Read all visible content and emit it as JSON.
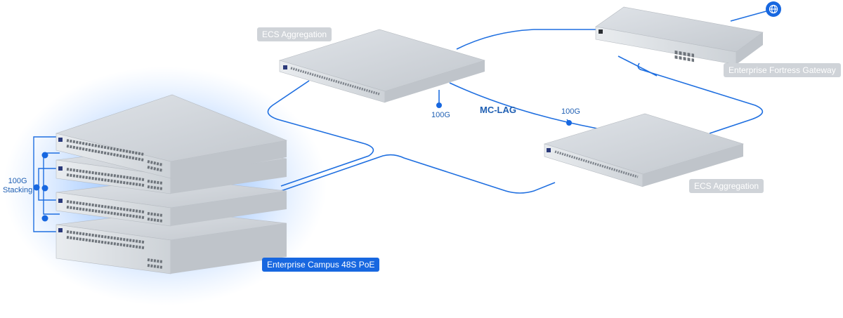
{
  "labels": {
    "ecs_aggregation_top": "ECS Aggregation",
    "ecs_aggregation_right": "ECS Aggregation",
    "gateway": "Enterprise Fortress Gateway",
    "campus": "Enterprise Campus 48S PoE"
  },
  "links": {
    "mc_lag": "MC-LAG",
    "speed_left": "100G",
    "speed_right": "100G",
    "stacking_line1": "100G",
    "stacking_line2": "Stacking"
  },
  "colors": {
    "link": "#1f6fe0",
    "badge": "#1767e0",
    "glow": "#5aa0ff",
    "label_gray": "#cfd3d8"
  },
  "icons": {
    "internet": "globe-icon"
  }
}
